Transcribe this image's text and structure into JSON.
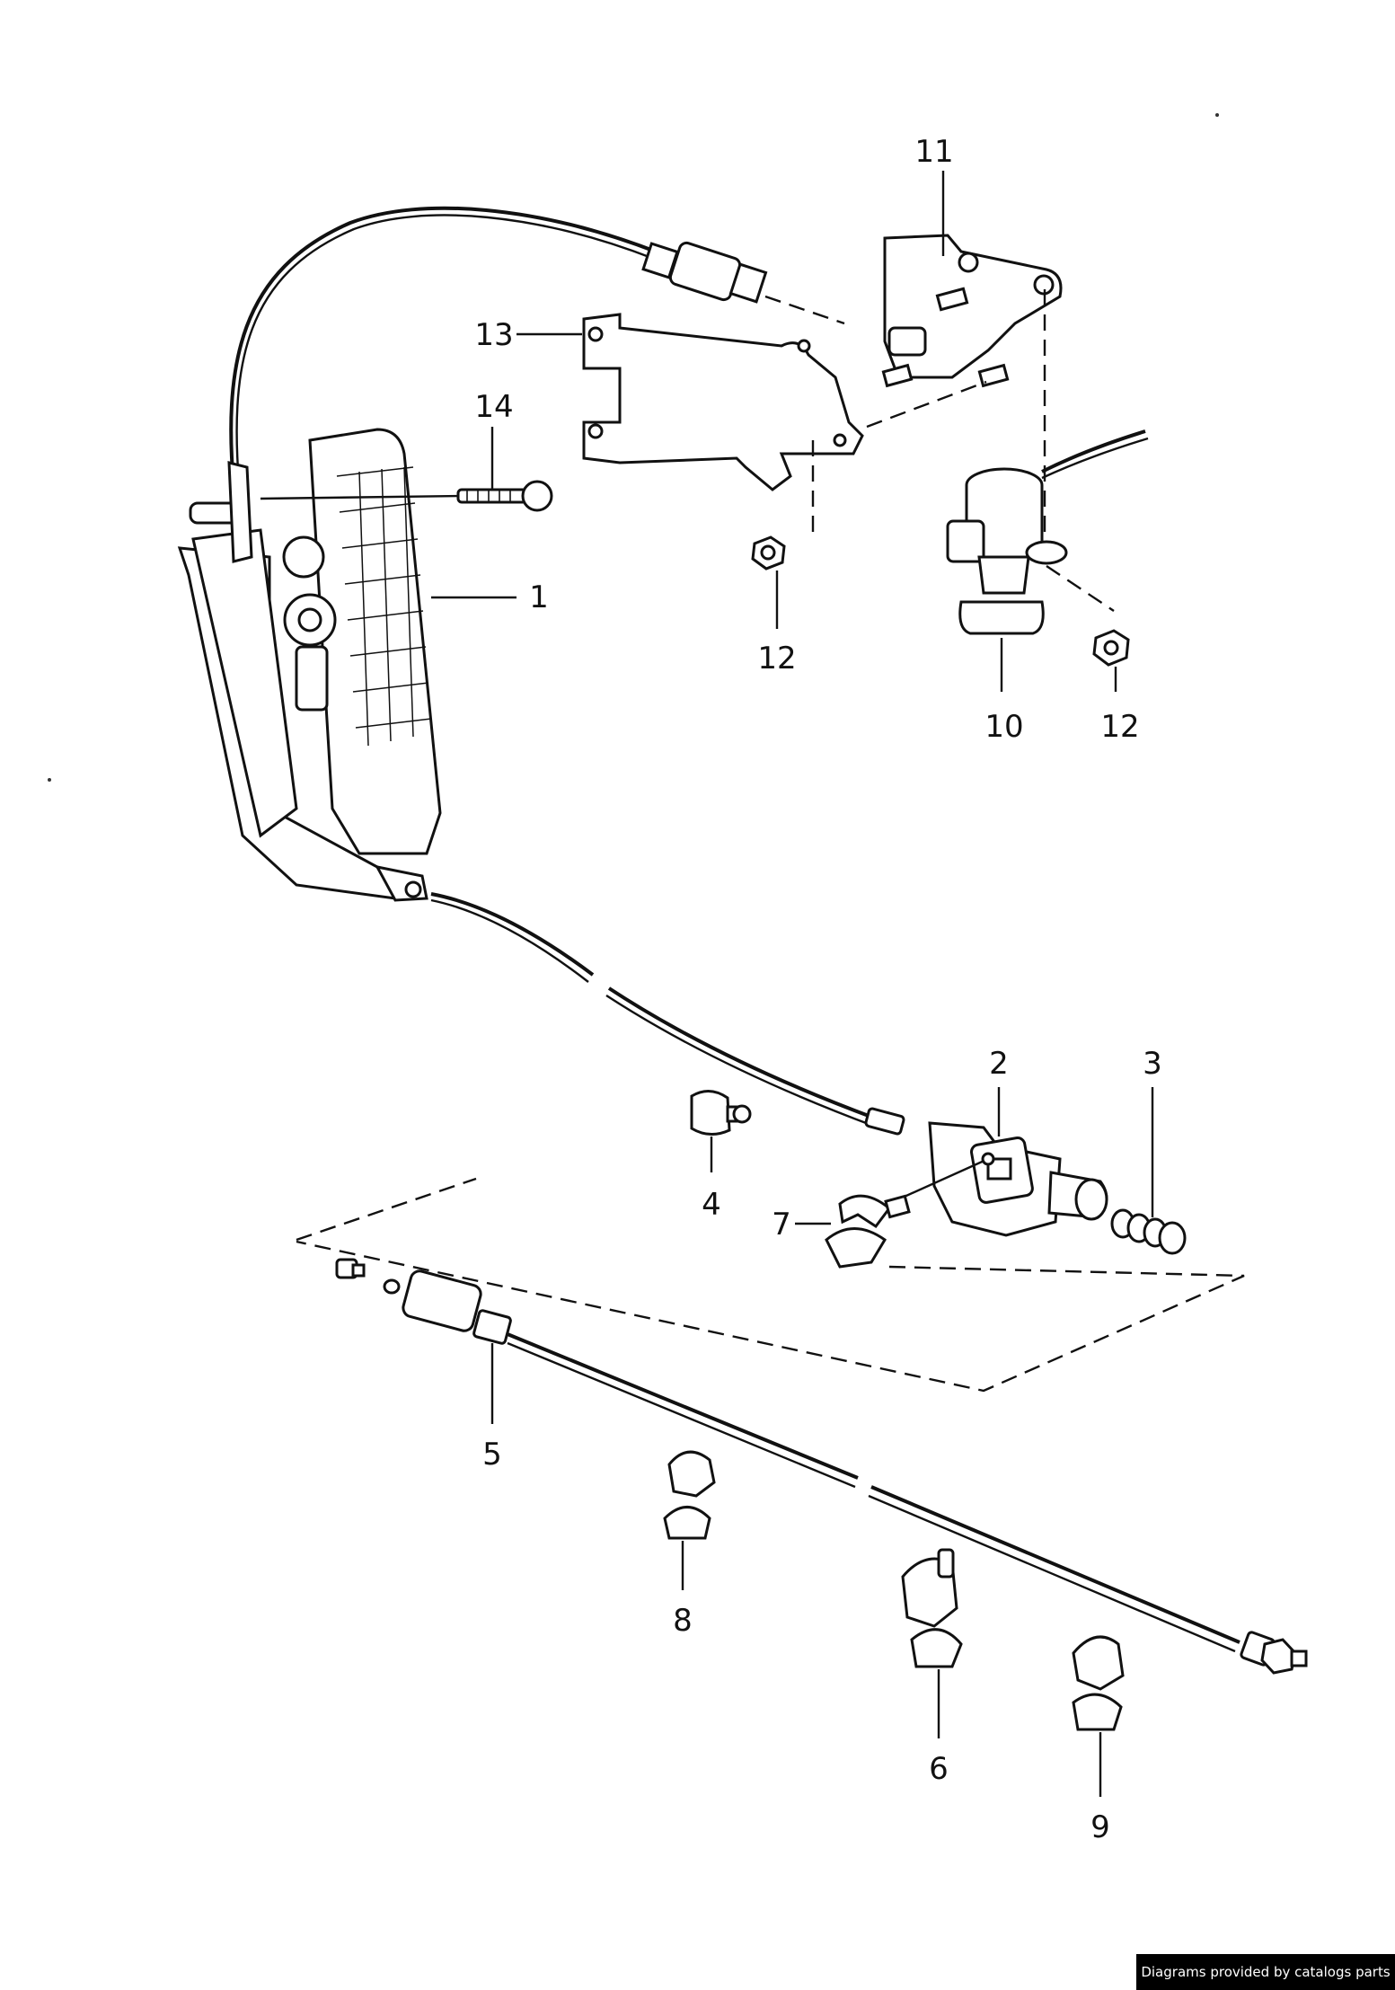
{
  "callouts": {
    "c1": "1",
    "c2": "2",
    "c3": "3",
    "c4": "4",
    "c5": "5",
    "c6": "6",
    "c7": "7",
    "c8": "8",
    "c9": "9",
    "c10": "10",
    "c11": "11",
    "c12a": "12",
    "c12b": "12",
    "c13": "13",
    "c14": "14"
  },
  "credit": "Diagrams provided by catalogs parts"
}
